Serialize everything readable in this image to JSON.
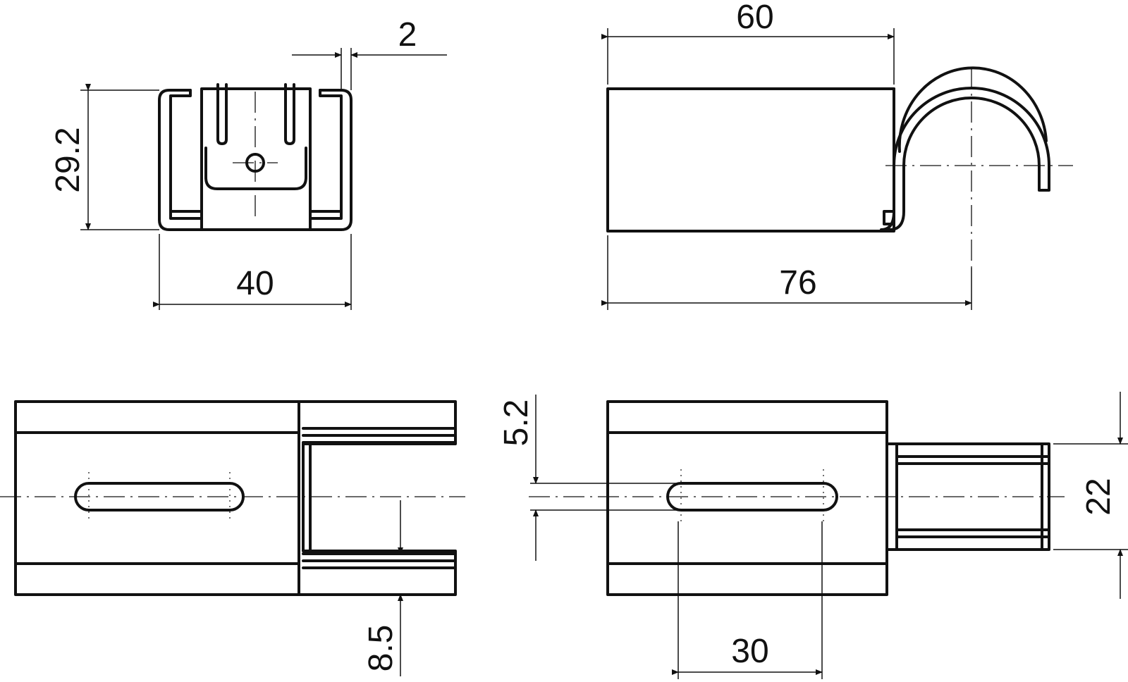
{
  "drawing": {
    "views": [
      "front-view",
      "side-view",
      "top-view",
      "bottom-view"
    ],
    "dimensions": {
      "width_40": "40",
      "height_29_2": "29.2",
      "thickness_2": "2",
      "length_60": "60",
      "length_76": "76",
      "slot_width_5_2": "5.2",
      "edge_8_5": "8.5",
      "slot_length_30": "30",
      "clip_width_22": "22"
    }
  }
}
